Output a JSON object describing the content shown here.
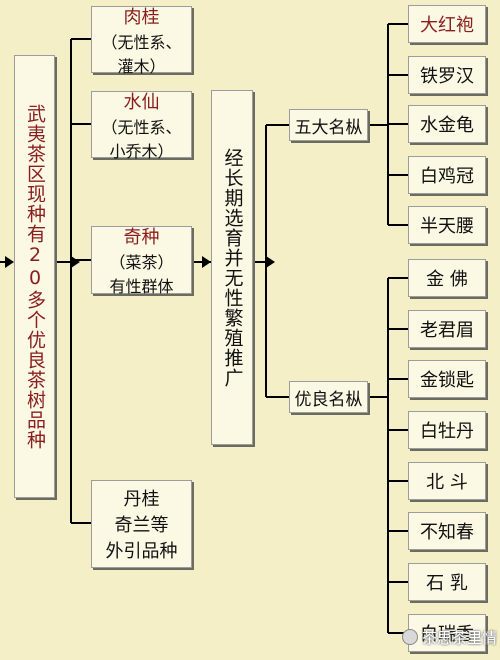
{
  "root": {
    "label": "武夷茶区现种有20多个优良茶树品种"
  },
  "varieties": [
    {
      "name": "肉桂",
      "desc": "（无性系、灌木）",
      "desc_lines": [
        "（无性系、",
        "灌木）"
      ]
    },
    {
      "name": "水仙",
      "desc": "（无性系、小乔木）",
      "desc_lines": [
        "（无性系、",
        "小乔木）"
      ]
    },
    {
      "name": "奇种",
      "desc": "（菜茶）有性群体",
      "desc_lines": [
        "（菜茶）",
        "有性群体"
      ]
    },
    {
      "name": "",
      "desc": "丹桂奇兰等外引品种",
      "desc_lines": [
        "丹桂",
        "奇兰等",
        "外引品种"
      ]
    }
  ],
  "selection": {
    "label": "经长期选育并无性繁殖推广"
  },
  "groups": [
    {
      "label": "五大名枞",
      "items": [
        "大红袍",
        "铁罗汉",
        "水金龟",
        "白鸡冠",
        "半天腰"
      ]
    },
    {
      "label": "优良名枞",
      "items": [
        "金 佛",
        "老君眉",
        "金锁匙",
        "白牡丹",
        "北 斗",
        "不知春",
        "石 乳",
        "白瑞香"
      ]
    }
  ],
  "watermark": {
    "text": "茶思茶里情"
  },
  "colors": {
    "background": "#f4efc6",
    "box_fill": "#fbf8e4",
    "box_border": "#9c9c9c",
    "box_shadow": "#6b6b5f",
    "line": "#000000",
    "accent_text": "#8a1e1e"
  }
}
